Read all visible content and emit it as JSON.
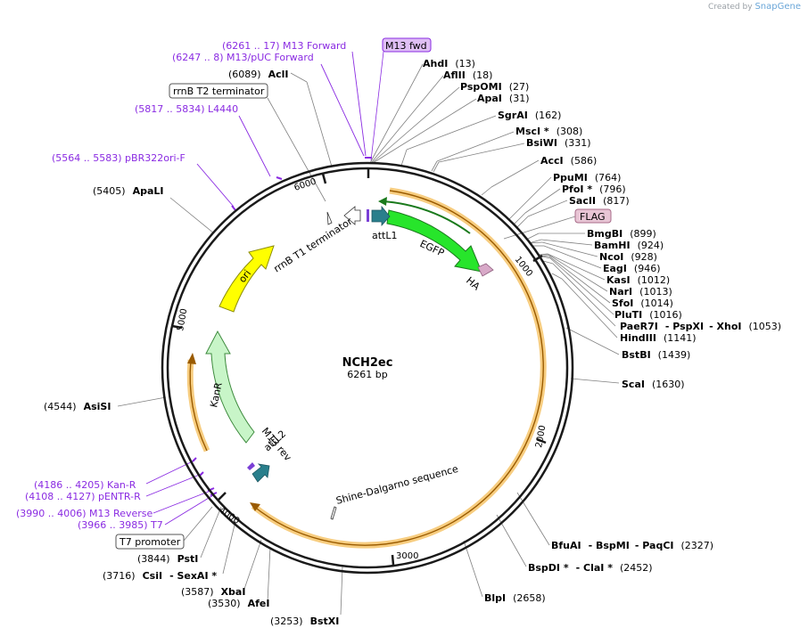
{
  "credit": {
    "prefix": "Created by",
    "brand": "SnapGene"
  },
  "plasmid": {
    "name": "NCH2ec",
    "length_label": "6261 bp",
    "length": 6261
  },
  "ticks": [
    "1000",
    "2000",
    "3000",
    "4000",
    "5000",
    "6000"
  ],
  "features": [
    {
      "id": "attL1",
      "label": "attL1",
      "color": "#2a7f8c"
    },
    {
      "id": "egfp",
      "label": "EGFP",
      "color": "#27e52b"
    },
    {
      "id": "ha",
      "label": "HA",
      "color": "#d8a9c8"
    },
    {
      "id": "shine",
      "label": "Shine-Dalgarno sequence",
      "color": "#ffffff"
    },
    {
      "id": "m13rev",
      "label": "M13 rev",
      "color": "#7a3fd6"
    },
    {
      "id": "attL2",
      "label": "attL2",
      "color": "#2a7f8c"
    },
    {
      "id": "kanr",
      "label": "KanR",
      "color": "#c8f5c8"
    },
    {
      "id": "ori",
      "label": "ori",
      "color": "#ffff00"
    },
    {
      "id": "rrnbt1",
      "label": "rrnB T1 terminator",
      "color": "#ffffff"
    }
  ],
  "boxed_labels": [
    {
      "id": "m13fwd",
      "text": "M13 fwd",
      "fill": "#dfbff5",
      "stroke": "#8a2be2"
    },
    {
      "id": "flag",
      "text": "FLAG",
      "fill": "#e8c5d5",
      "stroke": "#a76a88"
    },
    {
      "id": "rrnbt2",
      "text": "rrnB T2 terminator",
      "fill": "#ffffff",
      "stroke": "#555555"
    },
    {
      "id": "t7promoter",
      "text": "T7 promoter",
      "fill": "#ffffff",
      "stroke": "#555555"
    }
  ],
  "primers": [
    {
      "id": "m13f",
      "text": "(6261 .. 17)  M13 Forward"
    },
    {
      "id": "m13puc",
      "text": "(6247 .. 8)  M13/pUC Forward"
    },
    {
      "id": "l4440",
      "text": "(5817 .. 5834)  L4440"
    },
    {
      "id": "pbr322",
      "text": "(5564 .. 5583)  pBR322ori-F"
    },
    {
      "id": "kanR",
      "text": "(4186 .. 4205)  Kan-R"
    },
    {
      "id": "pentr",
      "text": "(4108 .. 4127)  pENTR-R"
    },
    {
      "id": "m13r",
      "text": "(3990 .. 4006)  M13 Reverse"
    },
    {
      "id": "t7",
      "text": "(3966 .. 3985)  T7"
    }
  ],
  "enzymes_right": [
    {
      "name": "AhdI",
      "pos": "(13)"
    },
    {
      "name": "AflII",
      "pos": "(18)"
    },
    {
      "name": "PspOMI",
      "pos": "(27)"
    },
    {
      "name": "ApaI",
      "pos": "(31)"
    },
    {
      "name": "SgrAI",
      "pos": "(162)"
    },
    {
      "name": "MscI *",
      "pos": "(308)"
    },
    {
      "name": "BsiWI",
      "pos": "(331)"
    },
    {
      "name": "AccI",
      "pos": "(586)"
    },
    {
      "name": "PpuMI",
      "pos": "(764)"
    },
    {
      "name": "PfoI *",
      "pos": "(796)"
    },
    {
      "name": "SacII",
      "pos": "(817)"
    },
    {
      "name": "BmgBI",
      "pos": "(899)"
    },
    {
      "name": "BamHI",
      "pos": "(924)"
    },
    {
      "name": "NcoI",
      "pos": "(928)"
    },
    {
      "name": "EagI",
      "pos": "(946)"
    },
    {
      "name": "KasI",
      "pos": "(1012)"
    },
    {
      "name": "NarI",
      "pos": "(1013)"
    },
    {
      "name": "SfoI",
      "pos": "(1014)"
    },
    {
      "name": "PluTI",
      "pos": "(1016)"
    },
    {
      "name": "PaeR7I",
      "name2": "-  PspXI",
      "name3": "-  XhoI",
      "pos": "(1053)"
    },
    {
      "name": "HindIII",
      "pos": "(1141)"
    },
    {
      "name": "BstBI",
      "pos": "(1439)"
    },
    {
      "name": "ScaI",
      "pos": "(1630)"
    },
    {
      "name": "BfuAI",
      "name2": "-  BspMI",
      "name3": "-  PaqCI",
      "pos": "(2327)"
    },
    {
      "name": "BspDI *",
      "name2": "-  ClaI *",
      "pos": "(2452)"
    },
    {
      "name": "BlpI",
      "pos": "(2658)"
    }
  ],
  "enzymes_left": [
    {
      "name": "AclI",
      "pos": "(6089)"
    },
    {
      "name": "ApaLI",
      "pos": "(5405)"
    },
    {
      "name": "AsiSI",
      "pos": "(4544)"
    },
    {
      "name": "PstI",
      "pos": "(3844)"
    },
    {
      "name": "CsiI",
      "name2": "-  SexAI *",
      "pos": "(3716)"
    },
    {
      "name": "XbaI",
      "pos": "(3587)"
    },
    {
      "name": "AfeI",
      "pos": "(3530)"
    },
    {
      "name": "BstXI",
      "pos": "(3253)"
    }
  ]
}
